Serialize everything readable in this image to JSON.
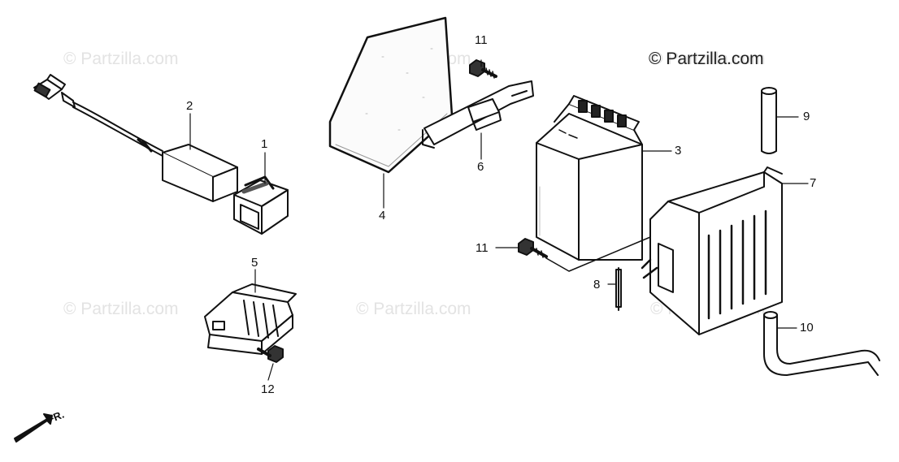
{
  "copyright": "© Partzilla.com",
  "watermarks": [
    "© Partzilla.com",
    "© Partzilla.com",
    "© Partzilla.com",
    "© Partzilla.com",
    "© Partzilla.com",
    "© Partzilla.com"
  ],
  "direction_label": "FR.",
  "callouts": {
    "p1": "1",
    "p2": "2",
    "p3": "3",
    "p4": "4",
    "p5": "5",
    "p6": "6",
    "p7": "7",
    "p8": "8",
    "p9": "9",
    "p10": "10",
    "p11_top": "11",
    "p11_mid": "11",
    "p12": "12"
  }
}
